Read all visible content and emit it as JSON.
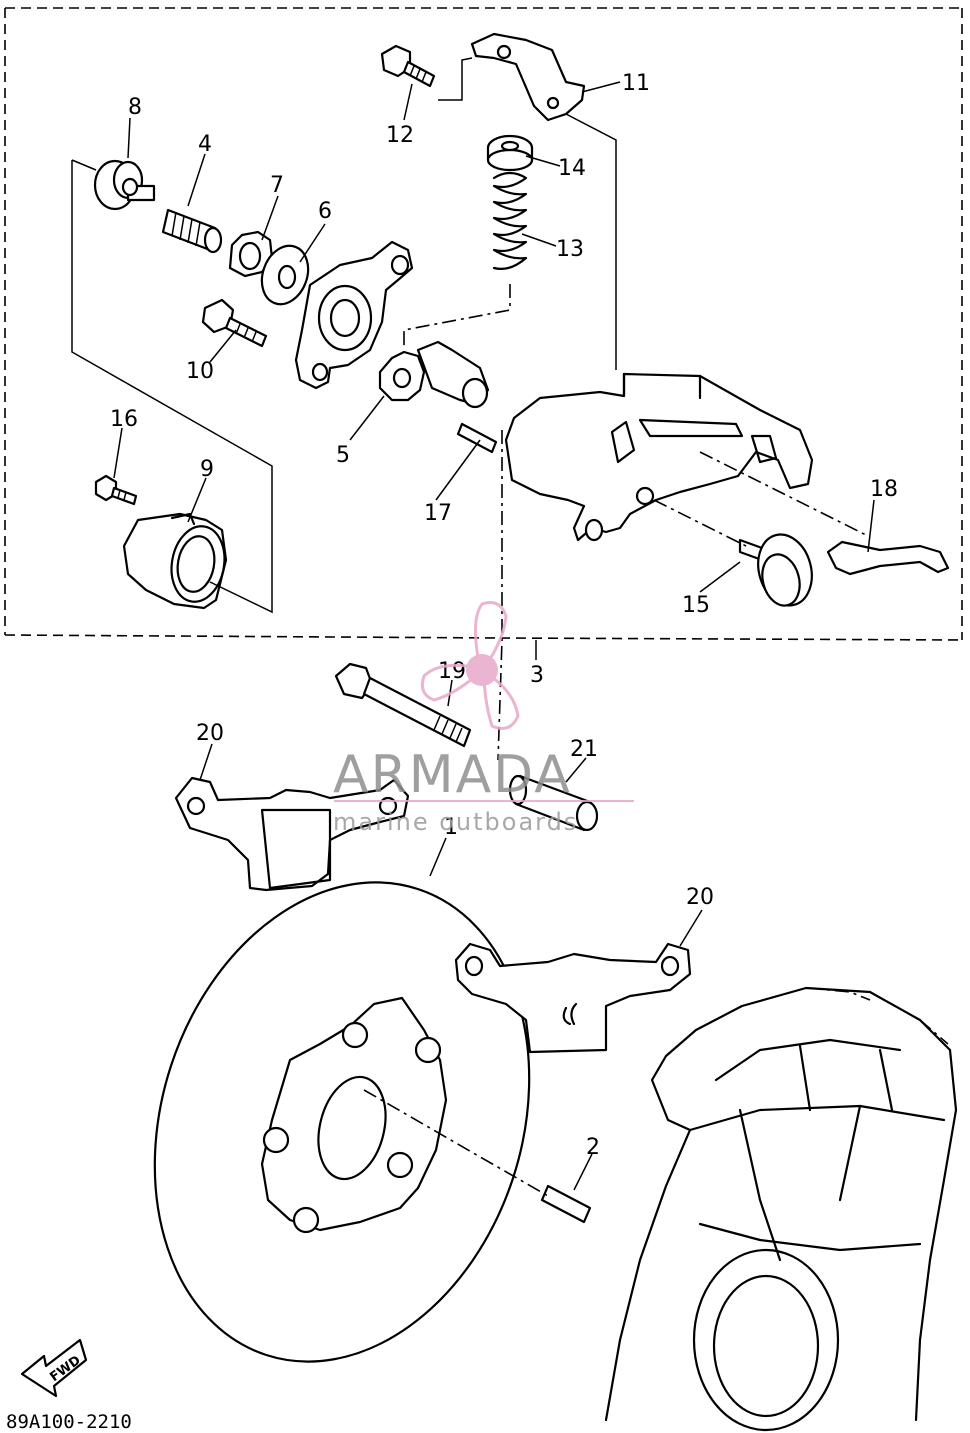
{
  "diagram": {
    "callouts": [
      {
        "id": "c1",
        "label": "1"
      },
      {
        "id": "c2",
        "label": "2"
      },
      {
        "id": "c3",
        "label": "3"
      },
      {
        "id": "c4",
        "label": "4"
      },
      {
        "id": "c5",
        "label": "5"
      },
      {
        "id": "c6",
        "label": "6"
      },
      {
        "id": "c7",
        "label": "7"
      },
      {
        "id": "c8",
        "label": "8"
      },
      {
        "id": "c9",
        "label": "9"
      },
      {
        "id": "c10",
        "label": "10"
      },
      {
        "id": "c11",
        "label": "11"
      },
      {
        "id": "c12",
        "label": "12"
      },
      {
        "id": "c13",
        "label": "13"
      },
      {
        "id": "c14",
        "label": "14"
      },
      {
        "id": "c15",
        "label": "15"
      },
      {
        "id": "c16",
        "label": "16"
      },
      {
        "id": "c17",
        "label": "17"
      },
      {
        "id": "c18",
        "label": "18"
      },
      {
        "id": "c19",
        "label": "19"
      },
      {
        "id": "c20a",
        "label": "20"
      },
      {
        "id": "c20b",
        "label": "20"
      },
      {
        "id": "c21",
        "label": "21"
      }
    ],
    "fwd_label": "FWD",
    "figure_code": "89A100-2210"
  },
  "watermark": {
    "title": "ARMADA",
    "subtitle": "marine outboards",
    "accent_color": "#e8a8c8"
  }
}
